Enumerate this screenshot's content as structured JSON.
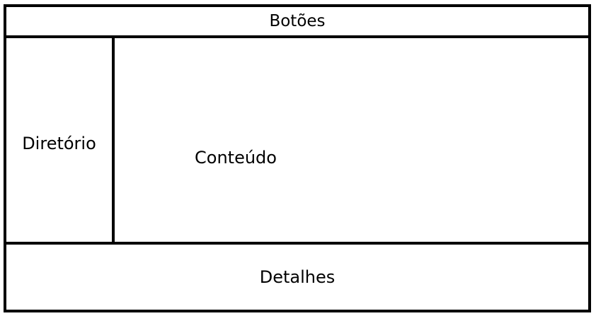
{
  "regions": {
    "buttons": {
      "label": "Botões"
    },
    "directory": {
      "label": "Diretório"
    },
    "content": {
      "label": "Conteúdo"
    },
    "details": {
      "label": "Detalhes"
    }
  }
}
